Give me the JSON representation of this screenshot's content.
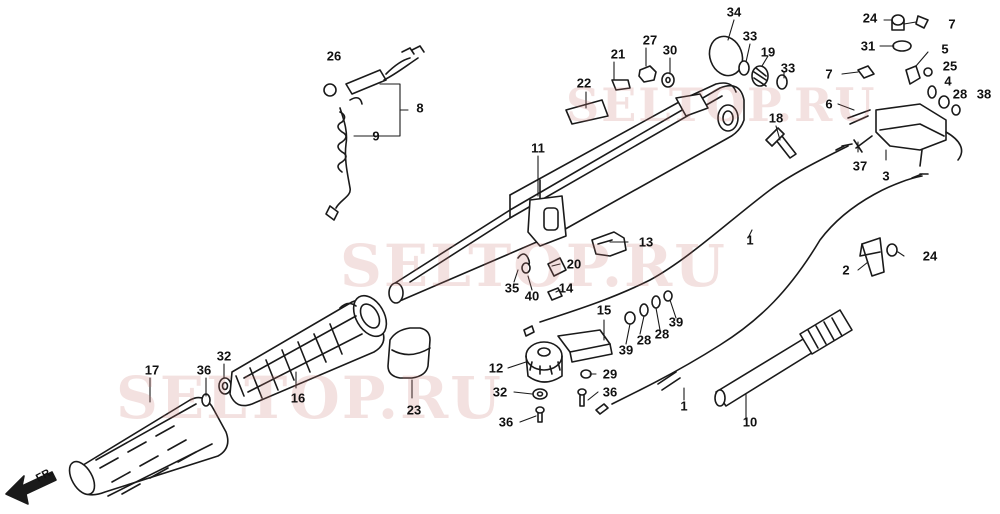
{
  "watermark": "SELTOP.RU",
  "direction_label": "FR.",
  "callouts": [
    {
      "id": "c1a",
      "text": "1"
    },
    {
      "id": "c1b",
      "text": "1"
    },
    {
      "id": "c2",
      "text": "2"
    },
    {
      "id": "c3",
      "text": "3"
    },
    {
      "id": "c4",
      "text": "4"
    },
    {
      "id": "c5",
      "text": "5"
    },
    {
      "id": "c6",
      "text": "6"
    },
    {
      "id": "c7a",
      "text": "7"
    },
    {
      "id": "c7b",
      "text": "7"
    },
    {
      "id": "c8",
      "text": "8"
    },
    {
      "id": "c9",
      "text": "9"
    },
    {
      "id": "c10",
      "text": "10"
    },
    {
      "id": "c11",
      "text": "11"
    },
    {
      "id": "c12",
      "text": "12"
    },
    {
      "id": "c13",
      "text": "13"
    },
    {
      "id": "c14",
      "text": "14"
    },
    {
      "id": "c15",
      "text": "15"
    },
    {
      "id": "c16",
      "text": "16"
    },
    {
      "id": "c17",
      "text": "17"
    },
    {
      "id": "c18",
      "text": "18"
    },
    {
      "id": "c19",
      "text": "19"
    },
    {
      "id": "c20",
      "text": "20"
    },
    {
      "id": "c21",
      "text": "21"
    },
    {
      "id": "c22",
      "text": "22"
    },
    {
      "id": "c23",
      "text": "23"
    },
    {
      "id": "c24a",
      "text": "24"
    },
    {
      "id": "c24b",
      "text": "24"
    },
    {
      "id": "c25",
      "text": "25"
    },
    {
      "id": "c26",
      "text": "26"
    },
    {
      "id": "c27",
      "text": "27"
    },
    {
      "id": "c28a",
      "text": "28"
    },
    {
      "id": "c28b",
      "text": "28"
    },
    {
      "id": "c28c",
      "text": "28"
    },
    {
      "id": "c29",
      "text": "29"
    },
    {
      "id": "c30",
      "text": "30"
    },
    {
      "id": "c31",
      "text": "31"
    },
    {
      "id": "c32a",
      "text": "32"
    },
    {
      "id": "c32b",
      "text": "32"
    },
    {
      "id": "c33a",
      "text": "33"
    },
    {
      "id": "c33b",
      "text": "33"
    },
    {
      "id": "c34",
      "text": "34"
    },
    {
      "id": "c35",
      "text": "35"
    },
    {
      "id": "c36a",
      "text": "36"
    },
    {
      "id": "c36b",
      "text": "36"
    },
    {
      "id": "c36c",
      "text": "36"
    },
    {
      "id": "c37",
      "text": "37"
    },
    {
      "id": "c38",
      "text": "38"
    },
    {
      "id": "c39a",
      "text": "39"
    },
    {
      "id": "c39b",
      "text": "39"
    },
    {
      "id": "c40",
      "text": "40"
    }
  ]
}
